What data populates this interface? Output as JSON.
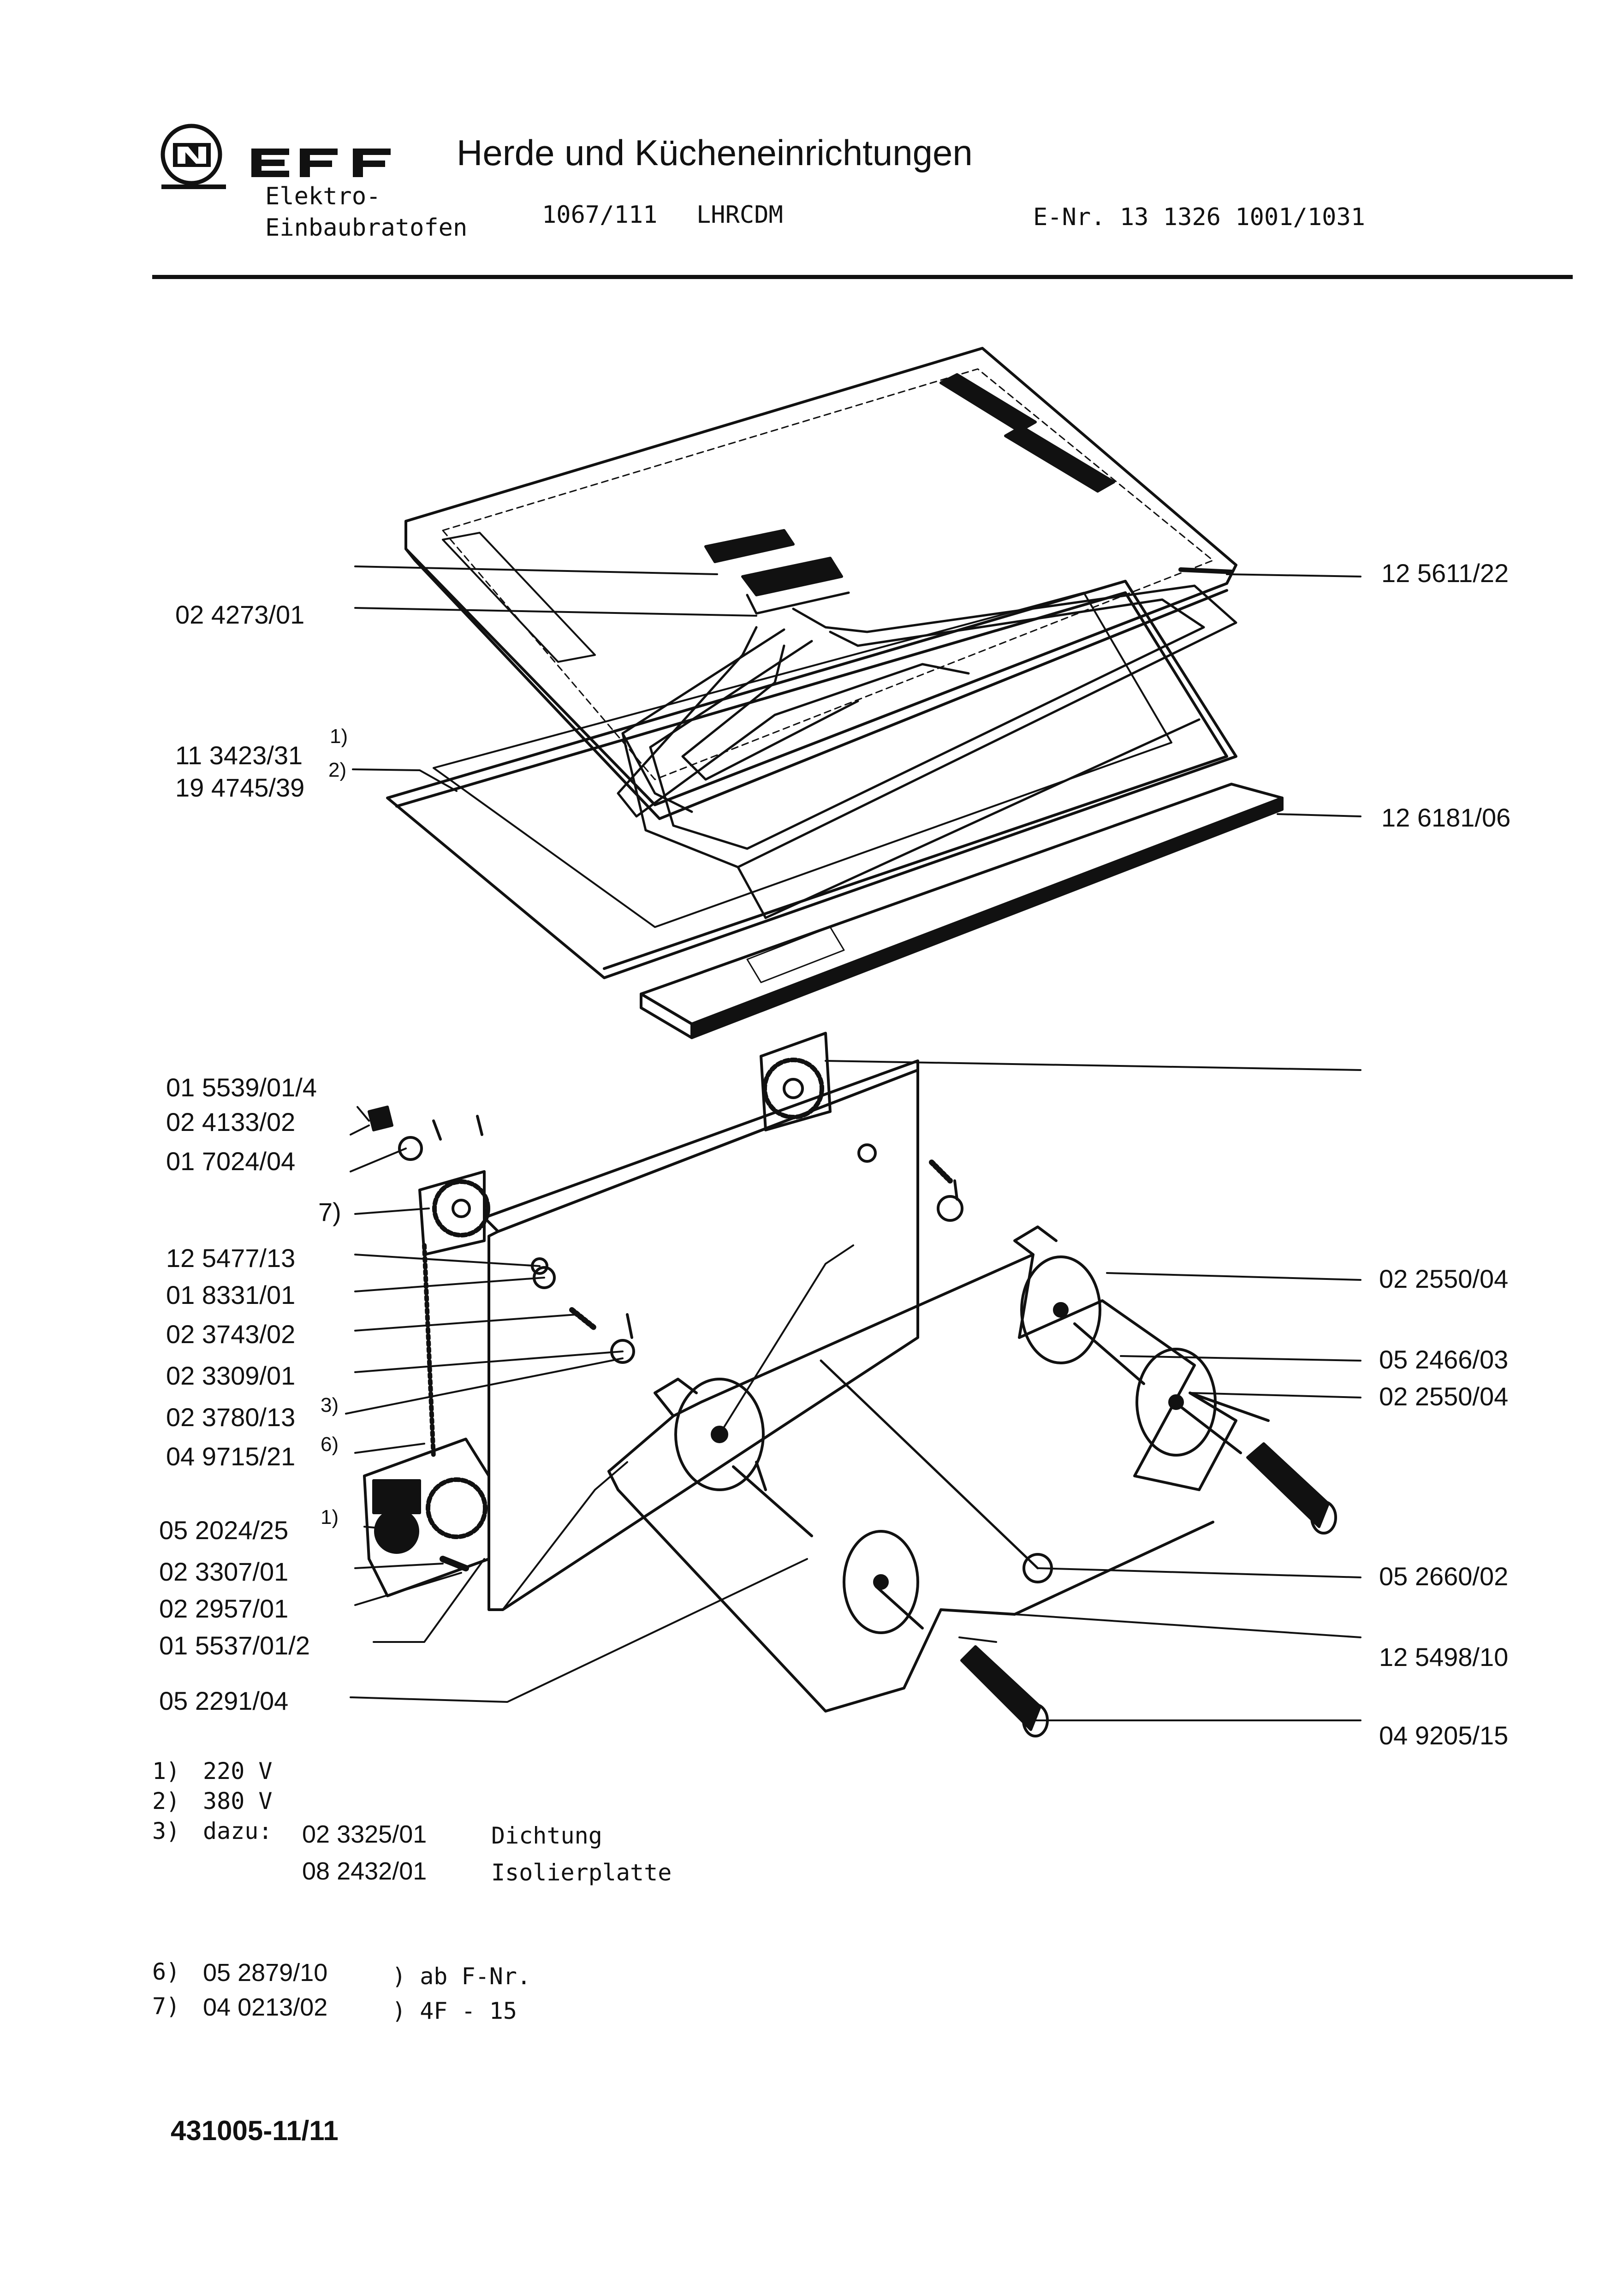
{
  "header": {
    "brand": "NEFF",
    "title": "Herde und Kücheneinrichtungen",
    "product_line1": "Elektro-",
    "product_line2": "Einbaubratofen",
    "model": "1067/111",
    "model_code": "LHRCDM",
    "enr": "E-Nr. 13 1326 1001/1031"
  },
  "labels": {
    "left": [
      {
        "id": "0",
        "text": "02 4273/01"
      },
      {
        "id": "1",
        "text": "11 3423/31",
        "sup": "1)"
      },
      {
        "id": "2",
        "text": "19 4745/39",
        "sup": "2)"
      },
      {
        "id": "3",
        "text": "01 5539/01/4"
      },
      {
        "id": "4",
        "text": "02 4133/02"
      },
      {
        "id": "5",
        "text": "01 7024/04"
      },
      {
        "id": "6",
        "text": "7)"
      },
      {
        "id": "7",
        "text": "12 5477/13"
      },
      {
        "id": "8",
        "text": "01 8331/01"
      },
      {
        "id": "9",
        "text": "02 3743/02"
      },
      {
        "id": "10",
        "text": "02 3309/01"
      },
      {
        "id": "11",
        "text": "02 3780/13",
        "sup": "3)"
      },
      {
        "id": "12",
        "text": "04 9715/21",
        "sup": "6)"
      },
      {
        "id": "13",
        "text": "05 2024/25",
        "sup": "1)"
      },
      {
        "id": "14",
        "text": "02 3307/01"
      },
      {
        "id": "15",
        "text": "02 2957/01"
      },
      {
        "id": "16",
        "text": "01 5537/01/2"
      },
      {
        "id": "17",
        "text": "05 2291/04"
      }
    ],
    "right": [
      {
        "id": "0",
        "text": "12 5611/22"
      },
      {
        "id": "1",
        "text": "12 6181/06"
      },
      {
        "id": "2",
        "text": "02 2550/04"
      },
      {
        "id": "3",
        "text": "05 2466/03"
      },
      {
        "id": "4",
        "text": "02 2550/04"
      },
      {
        "id": "5",
        "text": "05 2660/02"
      },
      {
        "id": "6",
        "text": "12 5498/10"
      },
      {
        "id": "7",
        "text": "04 9205/15"
      }
    ]
  },
  "footnotes": {
    "n1": {
      "key": "1)",
      "text": "220 V"
    },
    "n2": {
      "key": "2)",
      "text": "380 V"
    },
    "n3": {
      "key": "3)",
      "prefix": "dazu:",
      "part1": "02 3325/01",
      "desc1": "Dichtung",
      "part2": "08 2432/01",
      "desc2": "Isolierplatte"
    },
    "n6": {
      "key": "6)",
      "part": "05 2879/10",
      "desc": ") ab F-Nr."
    },
    "n7": {
      "key": "7)",
      "part": "04 0213/02",
      "desc": ") 4F - 15"
    }
  },
  "doc_number": "431005-11/11",
  "colors": {
    "ink": "#111111",
    "paper": "#ffffff"
  },
  "icons": [
    "neff-logo-icon"
  ]
}
